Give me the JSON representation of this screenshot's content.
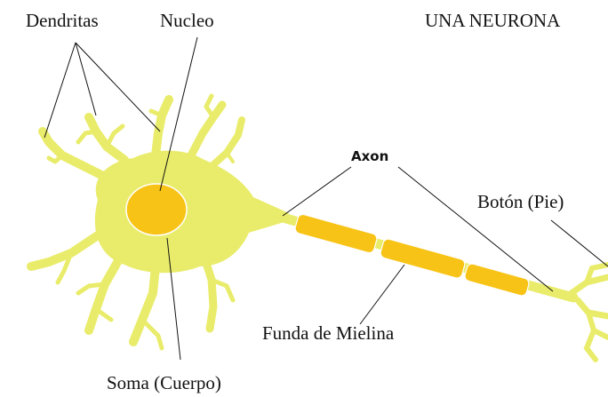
{
  "title": "UNA NEURONA",
  "labels": {
    "dendritas": "Dendritas",
    "nucleo": "Nucleo",
    "axon": "Axon",
    "boton": "Botón (Pie)",
    "mielina": "Funda de Mielina",
    "soma": "Soma (Cuerpo)"
  },
  "colors": {
    "cell_body": "#e9ec6a",
    "nucleus": "#f8c317",
    "myelin": "#f8c317",
    "leader_lines": "#111111",
    "background": "#ffffff"
  }
}
